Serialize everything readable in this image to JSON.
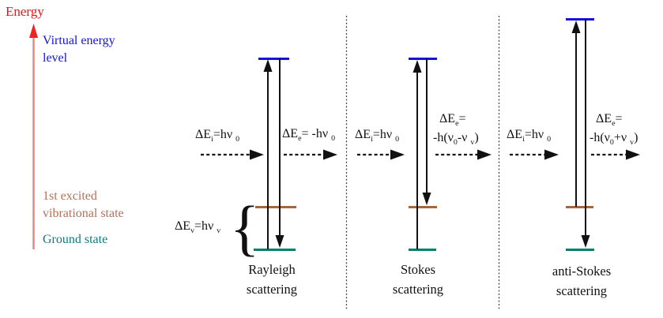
{
  "colors": {
    "energy_red": "#ee1111",
    "axis_shaft_red": "#ef8282",
    "axis_head_red": "#ee2222",
    "virtual_blue": "#1313dd",
    "excited_brown_text": "#b4705a",
    "level_brown": "#a5663a",
    "ground_teal_text": "#15787a",
    "level_teal": "#008069",
    "ink_black": "#111111",
    "separator_gray": "#333333"
  },
  "energy_axis": {
    "label": "Energy"
  },
  "level_labels": {
    "virtual_line1": "Virtual energy",
    "virtual_line2": "level",
    "excited_line1": "1st excited",
    "excited_line2": "vibrational state",
    "ground": "Ground state"
  },
  "vibrational_gap": {
    "brace": "{",
    "formula": [
      {
        "t": "ΔE"
      },
      {
        "t": "v",
        "sub": true
      },
      {
        "t": "=hν "
      },
      {
        "t": "v",
        "sub": true
      }
    ]
  },
  "panels": [
    {
      "id": "rayleigh",
      "caption_line1": "Rayleigh",
      "caption_line2": "scattering",
      "incident_formula": [
        {
          "t": "ΔE"
        },
        {
          "t": "i",
          "sub": true
        },
        {
          "t": "=hν "
        },
        {
          "t": "0",
          "sub": true
        }
      ],
      "emitted_formula_line1": [
        {
          "t": "ΔE"
        },
        {
          "t": "e",
          "sub": true
        },
        {
          "t": "= -hν "
        },
        {
          "t": "0",
          "sub": true
        }
      ]
    },
    {
      "id": "stokes",
      "caption_line1": "Stokes",
      "caption_line2": "scattering",
      "incident_formula": [
        {
          "t": "ΔE"
        },
        {
          "t": "i",
          "sub": true
        },
        {
          "t": "=hν "
        },
        {
          "t": "0",
          "sub": true
        }
      ],
      "emitted_formula_line1": [
        {
          "t": "ΔE"
        },
        {
          "t": "e",
          "sub": true
        },
        {
          "t": "="
        }
      ],
      "emitted_formula_line2": [
        {
          "t": "-h(ν"
        },
        {
          "t": "0",
          "sub": true
        },
        {
          "t": "-ν "
        },
        {
          "t": "v",
          "sub": true
        },
        {
          "t": ")"
        }
      ]
    },
    {
      "id": "anti-stokes",
      "caption_line1": "anti-Stokes",
      "caption_line2": "scattering",
      "incident_formula": [
        {
          "t": "ΔE"
        },
        {
          "t": "i",
          "sub": true
        },
        {
          "t": "=hν "
        },
        {
          "t": "0",
          "sub": true
        }
      ],
      "emitted_formula_line1": [
        {
          "t": "ΔE"
        },
        {
          "t": "e",
          "sub": true
        },
        {
          "t": "="
        }
      ],
      "emitted_formula_line2": [
        {
          "t": "-h(ν"
        },
        {
          "t": "0",
          "sub": true
        },
        {
          "t": "+ν "
        },
        {
          "t": "v",
          "sub": true
        },
        {
          "t": ")"
        }
      ]
    }
  ]
}
